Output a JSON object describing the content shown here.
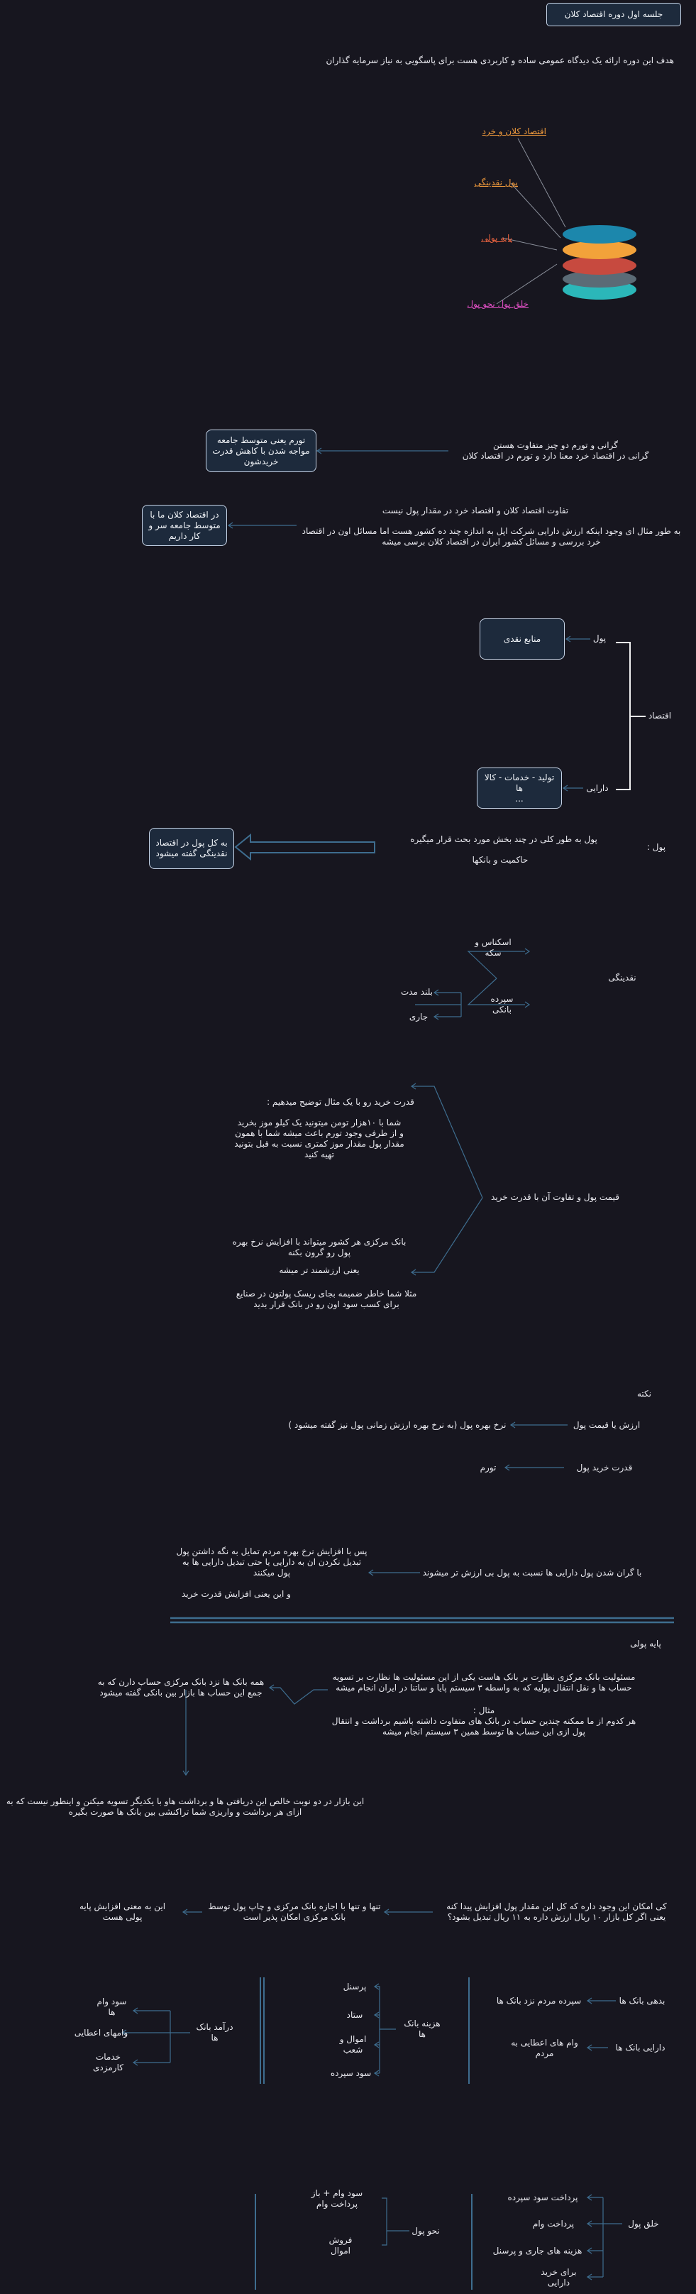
{
  "title": "جلسه اول دوره اقتصاد کلان",
  "intro": "هدف این دوره ارائه یک دیدگاه عمومی ساده و کاربردی هست برای پاسگویی به نیاز سرمایه گذاران",
  "topics": [
    {
      "label": "اقتصاد کلان و خرد",
      "color": "#f09a3c"
    },
    {
      "label": "پول نقدینگی",
      "color": "#f09a3c"
    },
    {
      "label": "پایه پولی",
      "color": "#e8623f"
    },
    {
      "label": "خلق پول نحو پول",
      "color": "#e04fc4"
    }
  ],
  "s1": {
    "right": "گرانی و تورم دو چیز متفاوت هستن\nگرانی در اقتصاد خرد معنا دارد و تورم در اقتصاد کلان",
    "box": "تورم یعنی متوسط جامعه\nمواجه شدن با کاهش قدرت\nخریدشون"
  },
  "s2": {
    "heading": "تفاوت اقتصاد کلان و اقتصاد خرد در مقدار پول نیست",
    "right": "به طور مثال ای وجود اینکه ارزش دارایی شرکت اپل به اندازه چند ده کشور هست اما مسائل اون در اقتصاد\nخرد بررسی و مسائل کشور ایران در اقتصاد کلان برسی میشه",
    "box": "در اقتصاد کلان ما با\nمتوسط جامعه سر و\nکار داریم"
  },
  "s3": {
    "root": "اقتصاد",
    "money": "پول",
    "money_box": "منابع نقدی",
    "asset": "دارایی",
    "asset_box": "تولید - خدمات - کالا ها\n..."
  },
  "s4": {
    "label": "پول :",
    "line1": "پول به طور کلی در چند بخش مورد بحث قرار میگیره",
    "line2": "حاکمیت و بانکها",
    "box": "به کل پول در اقتصاد\nنقدینگی گفته میشود"
  },
  "s5": {
    "root": "نقدینگی",
    "a": "اسکناس و\nسکه",
    "b": "سپرده\nبانکی",
    "b1": "بلند مدت",
    "b2": "جاری"
  },
  "s6": {
    "root": "قیمت پول و تفاوت آن با قدرت خرید",
    "heading": "قدرت خرید رو با یک مثال توضیح میدهیم :",
    "a": "شما با ۱۰هزار تومن میتونید یک کیلو موز بخرید\nو از طرفی وجود تورم باعث میشه شما با همون\nمقدار پول مقدار موز کمتری نسبت به قبل بتونید\nتهیه کنید",
    "b": "بانک مرکزی هر کشور میتواند با افزایش نرخ بهره\nپول رو گرون بکنه",
    "c": "یعنی ارزشمند تر میشه",
    "d": "مثلا شما خاطر ضمیمه بجای ریسک پولتون در صنایع\nبرای کسب سود اون رو در بانک قرار بدید"
  },
  "s7": {
    "note": "نکته",
    "r1": "ارزش یا قیمت پول",
    "l1": "نرخ بهره پول (به نرخ بهره ارزش زمانی پول نیز گفته میشود )",
    "r2": "قدرت خرید پول",
    "l2": "تورم",
    "r3": "با گران شدن پول دارایی ها نسبت به پول بی ارزش تر میشوند",
    "l3": "پس با افزایش نرخ بهره مردم تمایل به نگه داشتن پول\nتبدیل نکردن ان به دارایی یا حتی تبدیل دارایی ها به\nپول میکنند",
    "l4": "و این یعنی افزایش قدرت خرید"
  },
  "s8": {
    "heading": "پایه پولی",
    "r1": "مسئولیت بانک مرکزی نظارت بر بانک هاست یکی از این مسئولیت ها نظارت بر تسویه\nحساب ها و نقل انتقال پولیه که به واسطه ۳ سیستم پایا و ساتنا در ایران انجام میشه",
    "r2": "مثال :\nهر کدوم از ما ممکنه چندین حساب در بانک های متفاوت داشته باشیم برداشت و انتقال\nپول ازی این حساب ها توسط همین ۳ سیستم انجام میشه",
    "l1": "همه بانک ها نزد بانک مرکزی حساب دارن که به\nجمع این حساب ها بازار بین بانکی گفته میشود",
    "bottom": "این بازار در دو نوبت خالص این دریافتی ها و برداشت هاو با یکدیگر تسویه میکنن و اینطور نیست که به\nازای هر برداشت و واریزی شما تراکنشی بین بانک ها صورت بگیره"
  },
  "s9": {
    "q": "کی امکان این وجود داره که کل این مقدار پول افزایش پیدا کنه\nیعنی اگر کل بازار ۱۰ ریال ارزش داره به ۱۱ ریال تبدیل بشود؟",
    "mid": "تنها و تنها با اجازه بانک مرکزی و چاپ پول توسط\nبانک مرکزی امکان پذیر است",
    "left": "این به معنی افزایش پایه\nپولی هست"
  },
  "s10": {
    "debt": "بدهی بانک ها",
    "debt_val": "سپرده مردم نزد بانک ها",
    "asset": "دارایی بانک ها",
    "asset_val": "وام های اعطایی به\nمردم",
    "cost": "هزینه بانک\nها",
    "cost_items": [
      "پرسنل",
      "ستاد",
      "اموال و\nشعب",
      "سود سپرده"
    ],
    "income": "درآمد بانک\nها",
    "income_items": [
      "سود وام\nها",
      "وامهای اعطایی",
      "خدمات\nکارمزدی"
    ]
  },
  "s11": {
    "root": "خلق پول",
    "items": [
      "پرداخت سود سپرده",
      "پرداخت وام",
      "هزینه های جاری و پرسنل",
      "برای خرید\nدارایی"
    ],
    "flow": "نحو پول",
    "flow_items": [
      "سود وام + باز\nپرداخت وام",
      "فروش\nاموال"
    ]
  }
}
